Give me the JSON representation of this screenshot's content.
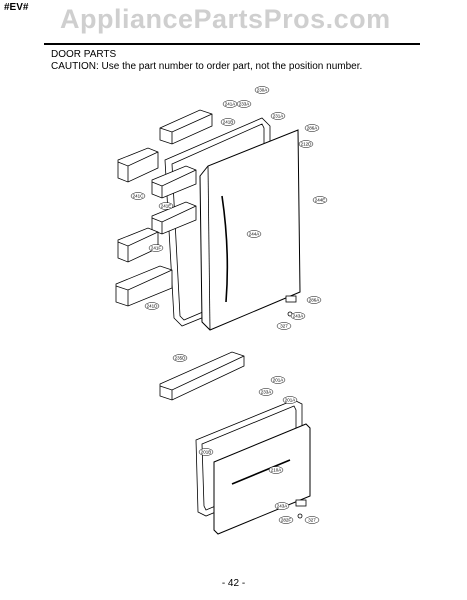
{
  "header": {
    "corner_tag": "#EV#",
    "watermark": "AppliancePartsPros.com"
  },
  "section": {
    "title": "DOOR PARTS",
    "caution": "CAUTION: Use the part number to order part, not the position number."
  },
  "callouts": {
    "upper": [
      "230A",
      "241A",
      "233A",
      "241B",
      "231A",
      "286A",
      "212D",
      "241C",
      "241E",
      "241F",
      "244A",
      "244E",
      "241D",
      "286A",
      "243A",
      "327"
    ],
    "lower": [
      "235D",
      "201A",
      "233A",
      "201A",
      "201B",
      "210A",
      "243A",
      "282F",
      "327"
    ]
  },
  "footer": {
    "page_number": "- 42 -"
  }
}
